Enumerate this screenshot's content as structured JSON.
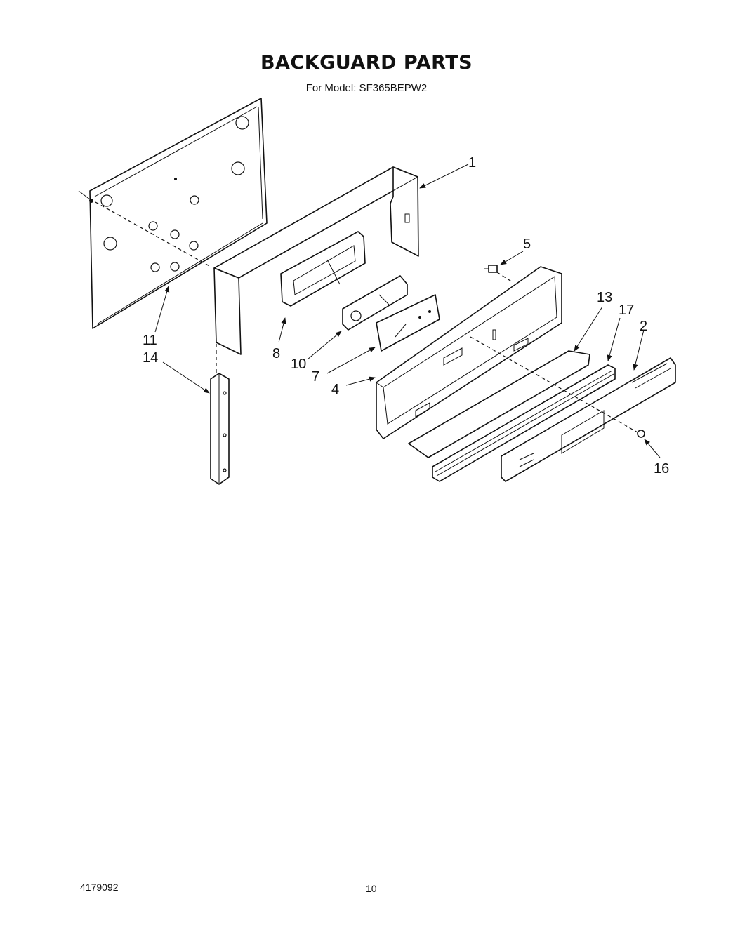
{
  "header": {
    "title": "BACKGUARD PARTS",
    "subtitle": "For Model: SF365BEPW2"
  },
  "callouts": {
    "c1": "1",
    "c2": "2",
    "c4": "4",
    "c5": "5",
    "c7": "7",
    "c8": "8",
    "c10": "10",
    "c11": "11",
    "c13": "13",
    "c14": "14",
    "c16": "16",
    "c17": "17"
  },
  "footer": {
    "doc_number": "4179092",
    "page_number": "10"
  }
}
